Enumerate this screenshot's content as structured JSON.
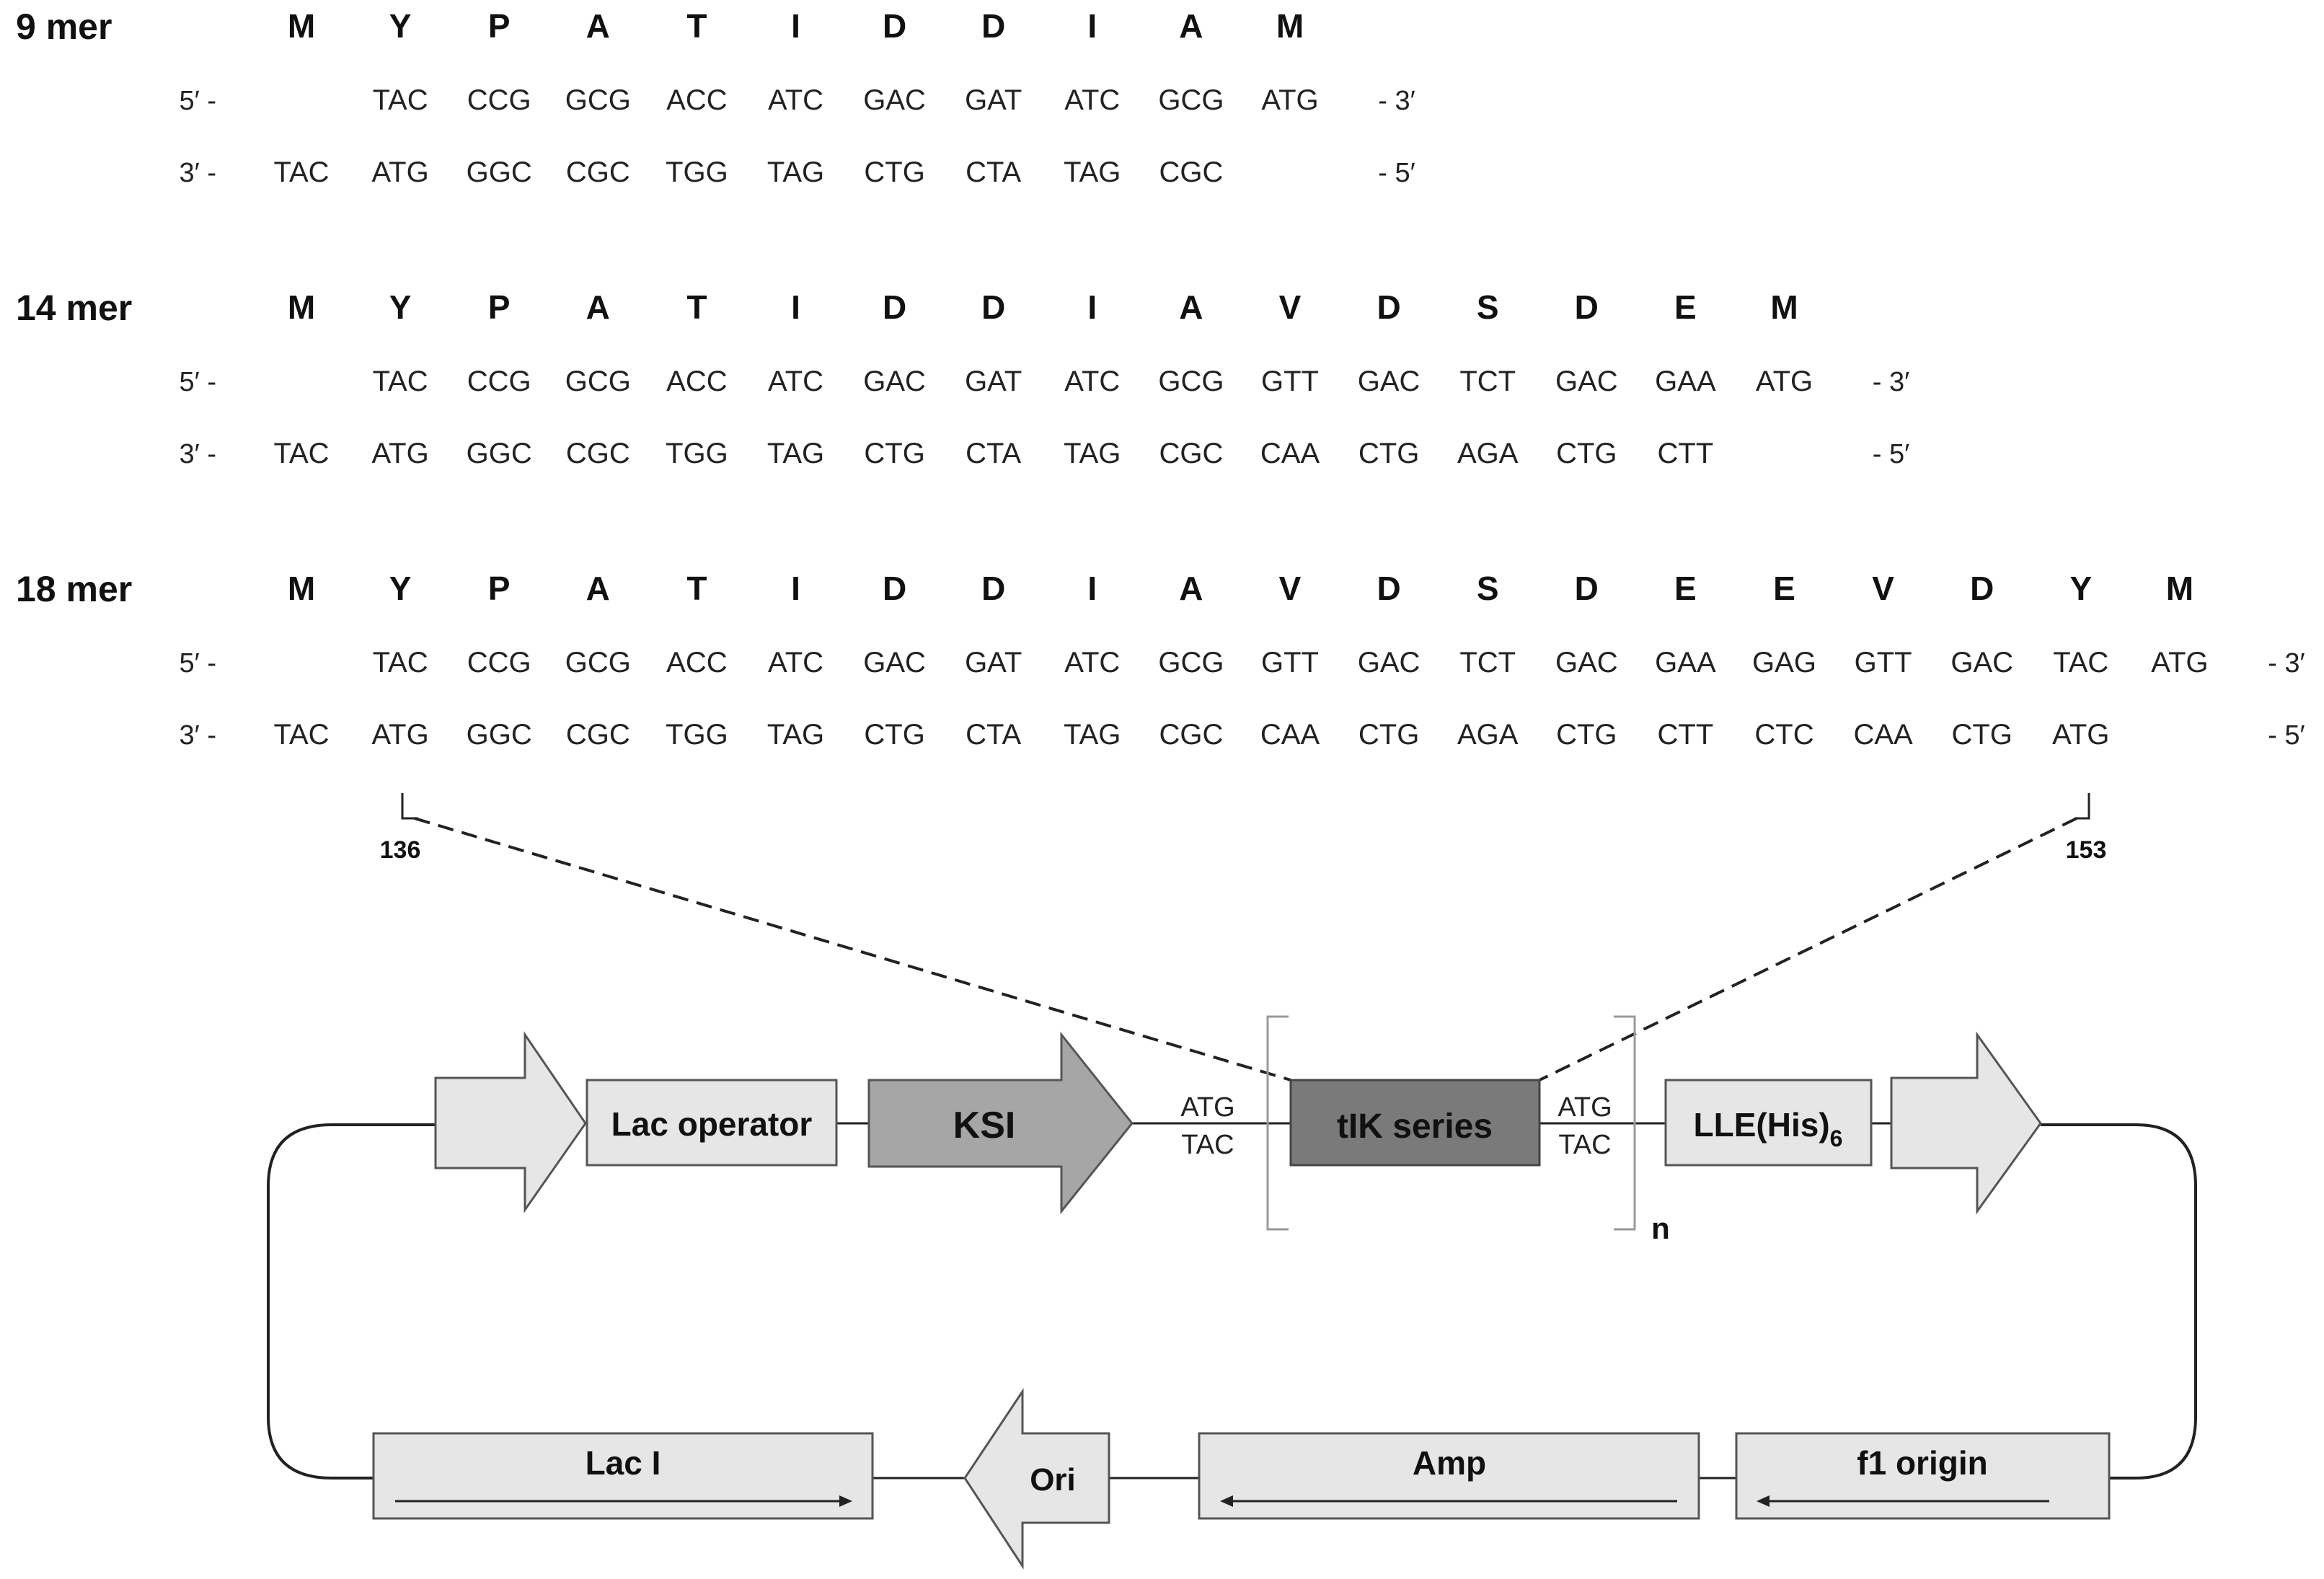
{
  "sequences": [
    {
      "label": "9 mer",
      "amino_acids": [
        "M",
        "Y",
        "P",
        "A",
        "T",
        "I",
        "D",
        "D",
        "I",
        "A",
        "M"
      ],
      "strand_top_prefix": "5′ -",
      "strand_top_suffix": "- 3′",
      "strand_top": [
        "",
        "TAC",
        "CCG",
        "GCG",
        "ACC",
        "ATC",
        "GAC",
        "GAT",
        "ATC",
        "GCG",
        "ATG"
      ],
      "strand_bottom_prefix": "3′ -",
      "strand_bottom_suffix": "- 5′",
      "strand_bottom": [
        "TAC",
        "ATG",
        "GGC",
        "CGC",
        "TGG",
        "TAG",
        "CTG",
        "CTA",
        "TAG",
        "CGC",
        ""
      ]
    },
    {
      "label": "14 mer",
      "amino_acids": [
        "M",
        "Y",
        "P",
        "A",
        "T",
        "I",
        "D",
        "D",
        "I",
        "A",
        "V",
        "D",
        "S",
        "D",
        "E",
        "M"
      ],
      "strand_top_prefix": "5′ -",
      "strand_top_suffix": "- 3′",
      "strand_top": [
        "",
        "TAC",
        "CCG",
        "GCG",
        "ACC",
        "ATC",
        "GAC",
        "GAT",
        "ATC",
        "GCG",
        "GTT",
        "GAC",
        "TCT",
        "GAC",
        "GAA",
        "ATG"
      ],
      "strand_bottom_prefix": "3′ -",
      "strand_bottom_suffix": "- 5′",
      "strand_bottom": [
        "TAC",
        "ATG",
        "GGC",
        "CGC",
        "TGG",
        "TAG",
        "CTG",
        "CTA",
        "TAG",
        "CGC",
        "CAA",
        "CTG",
        "AGA",
        "CTG",
        "CTT",
        ""
      ]
    },
    {
      "label": "18 mer",
      "amino_acids": [
        "M",
        "Y",
        "P",
        "A",
        "T",
        "I",
        "D",
        "D",
        "I",
        "A",
        "V",
        "D",
        "S",
        "D",
        "E",
        "E",
        "V",
        "D",
        "Y",
        "M"
      ],
      "strand_top_prefix": "5′ -",
      "strand_top_suffix": "- 3′",
      "strand_top": [
        "",
        "TAC",
        "CCG",
        "GCG",
        "ACC",
        "ATC",
        "GAC",
        "GAT",
        "ATC",
        "GCG",
        "GTT",
        "GAC",
        "TCT",
        "GAC",
        "GAA",
        "GAG",
        "GTT",
        "GAC",
        "TAC",
        "ATG"
      ],
      "strand_bottom_prefix": "3′ -",
      "strand_bottom_suffix": "- 5′",
      "strand_bottom": [
        "TAC",
        "ATG",
        "GGC",
        "CGC",
        "TGG",
        "TAG",
        "CTG",
        "CTA",
        "TAG",
        "CGC",
        "CAA",
        "CTG",
        "AGA",
        "CTG",
        "CTT",
        "CTC",
        "CAA",
        "CTG",
        "ATG",
        ""
      ]
    }
  ],
  "insert_markers": {
    "start": "136",
    "end": "153"
  },
  "plasmid": {
    "lac_operator": "Lac operator",
    "ksi": "KSI",
    "linker_left_top": "ATG",
    "linker_left_bottom": "TAC",
    "tik_series": "tIK series",
    "linker_right_top": "ATG",
    "linker_right_bottom": "TAC",
    "repeat_n": "n",
    "lle_his_main": "LLE(His)",
    "lle_his_sub": "6",
    "lac_i": "Lac I",
    "ori": "Ori",
    "amp": "Amp",
    "f1_origin": "f1 origin"
  },
  "colors": {
    "light_box": "#e6e6e6",
    "ksi_fill": "#a6a6a6",
    "tik_fill": "#7a7a7a",
    "stroke": "#444444",
    "bracket": "#9a9a9a"
  }
}
